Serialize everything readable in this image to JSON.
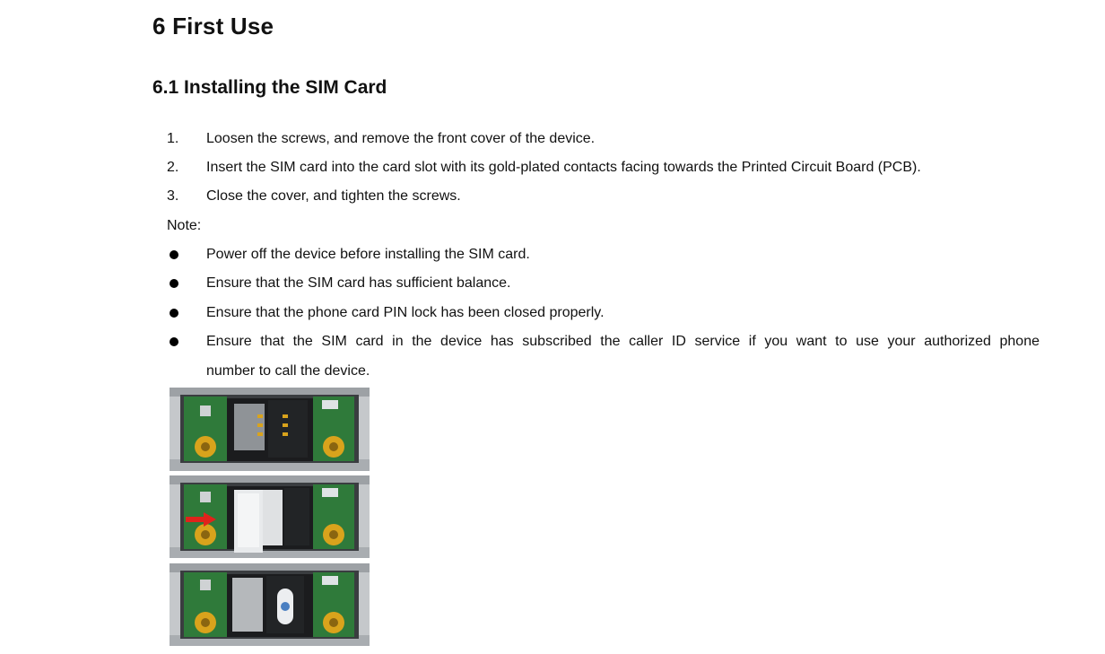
{
  "heading": "6 First Use",
  "subheading": "6.1 Installing the SIM Card",
  "steps": [
    {
      "num": "1.",
      "text": "Loosen the screws, and remove the front cover of the device."
    },
    {
      "num": "2.",
      "text": "Insert the SIM card into the card slot with its gold-plated contacts facing towards the Printed Circuit Board (PCB)."
    },
    {
      "num": "3.",
      "text": "Close the cover, and tighten the screws."
    }
  ],
  "note_label": "Note:",
  "notes": [
    "Power off the device before installing the SIM card.",
    "Ensure that the SIM card has sufficient balance.",
    "Ensure that the phone card PIN lock has been closed properly.",
    "Ensure that the SIM card in the device has subscribed the caller ID service if you want to use your authorized phone",
    "number to call the device."
  ],
  "colors": {
    "pcb_green": "#2f7a3a",
    "casing": "#b9bcbf",
    "gold": "#d9a31c",
    "arrow": "#e0231b"
  }
}
